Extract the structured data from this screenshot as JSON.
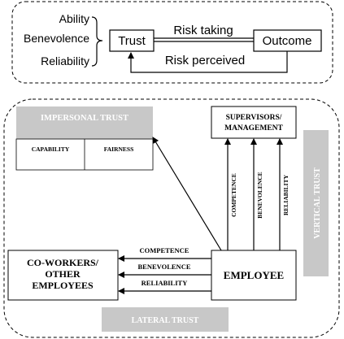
{
  "top_model": {
    "factors": [
      "Ability",
      "Benevolence",
      "Reliability"
    ],
    "trust_label": "Trust",
    "outcome_label": "Outcome",
    "forward_link_label": "Risk taking",
    "feedback_link_label": "Risk perceived"
  },
  "bottom_model": {
    "impersonal_trust": {
      "title": "IMPERSONAL TRUST",
      "dimensions": [
        "CAPABILITY",
        "FAIRNESS"
      ]
    },
    "supervisors_box": {
      "line1": "SUPERVISORS/",
      "line2": "MANAGEMENT"
    },
    "coworkers_box": {
      "line1": "CO-WORKERS/",
      "line2": "OTHER",
      "line3": "EMPLOYEES"
    },
    "employee_box": {
      "label": "EMPLOYEE"
    },
    "vertical_links": [
      "COMPETENCE",
      "BENEVOLENCE",
      "RELIABILITY"
    ],
    "lateral_links": [
      "COMPETENCE",
      "BENEVOLENCE",
      "RELIABILITY"
    ],
    "vertical_trust_label": "VERTICAL TRUST",
    "lateral_trust_label": "LATERAL TRUST",
    "colors": {
      "label_fill": "#c8c8c8",
      "label_text": "#ffffff"
    }
  }
}
